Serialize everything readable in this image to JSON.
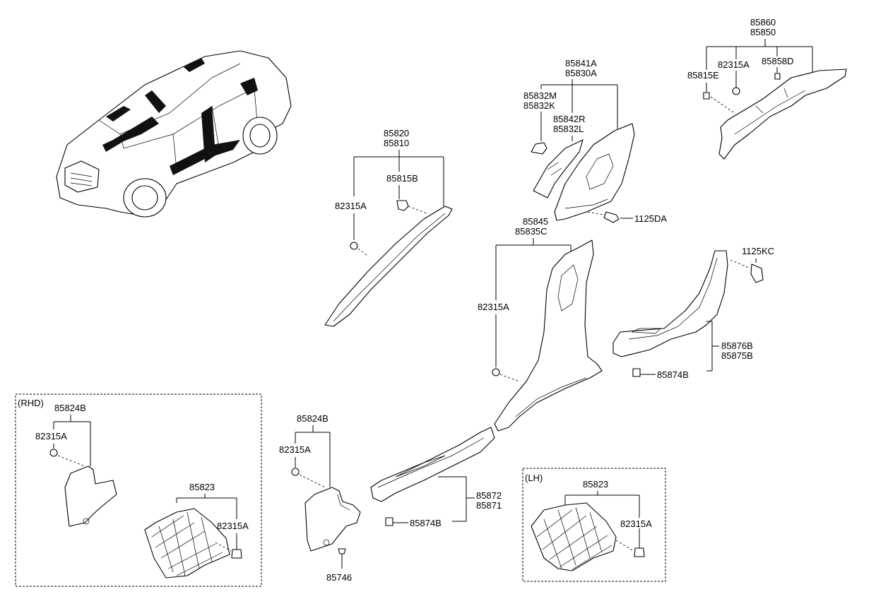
{
  "labels": {
    "p85860": "85860",
    "p85850": "85850",
    "p85815E": "85815E",
    "p82315A_top": "82315A",
    "p85858D": "85858D",
    "p85841A": "85841A",
    "p85830A": "85830A",
    "p85832M": "85832M",
    "p85832K": "85832K",
    "p85842R": "85842R",
    "p85832L": "85832L",
    "p1125DA": "1125DA",
    "p85820": "85820",
    "p85810": "85810",
    "p85815B": "85815B",
    "p82315A_a": "82315A",
    "p85845": "85845",
    "p85835C": "85835C",
    "p82315A_b": "82315A",
    "p1125KC": "1125KC",
    "p85876B": "85876B",
    "p85875B": "85875B",
    "p85874B_r": "85874B",
    "p85872": "85872",
    "p85871": "85871",
    "p85874B_c": "85874B",
    "p85824B_m": "85824B",
    "p82315A_m": "82315A",
    "p85746": "85746",
    "rhd_tag": "(RHD)",
    "p85824B_rhd": "85824B",
    "p82315A_rhd1": "82315A",
    "p85823_rhd": "85823",
    "p82315A_rhd2": "82315A",
    "lh_tag": "(LH)",
    "p85823_lh": "85823",
    "p82315A_lh": "82315A"
  }
}
